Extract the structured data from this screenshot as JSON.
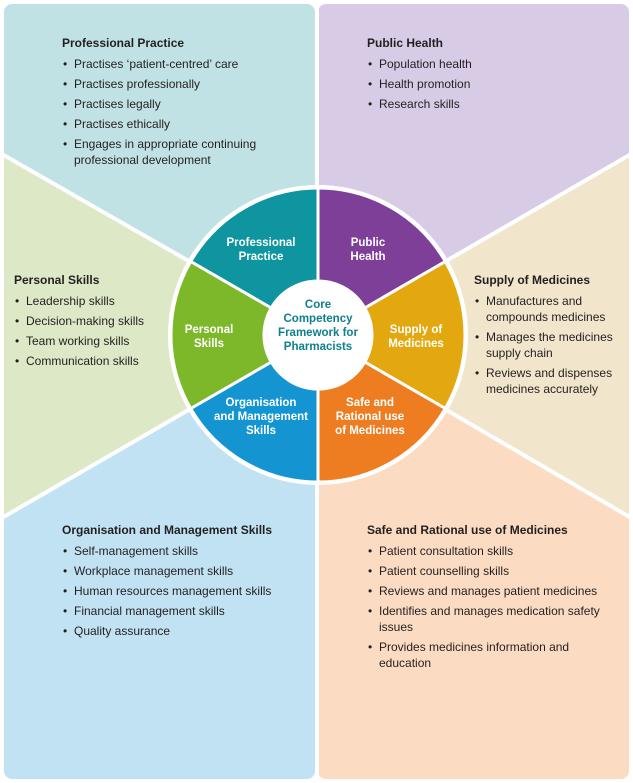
{
  "core": [
    "Core",
    "Competency",
    "Framework for",
    "Pharmacists"
  ],
  "segments": {
    "professional_practice": [
      "Professional",
      "Practice"
    ],
    "public_health": [
      "Public",
      "Health"
    ],
    "supply_of_medicines": [
      "Supply of",
      "Medicines"
    ],
    "safe_rational": [
      "Safe and",
      "Rational use",
      "of Medicines"
    ],
    "organisation_management": [
      "Organisation",
      "and Management",
      "Skills"
    ],
    "personal_skills": [
      "Personal",
      "Skills"
    ]
  },
  "panels": {
    "professional_practice": {
      "title": "Professional Practice",
      "items": [
        "Practises ‘patient-centred’ care",
        "Practises professionally",
        "Practises legally",
        "Practises ethically",
        "Engages in appropriate continuing professional development"
      ]
    },
    "public_health": {
      "title": "Public Health",
      "items": [
        "Population health",
        "Health promotion",
        "Research skills"
      ]
    },
    "personal_skills": {
      "title": "Personal Skills",
      "items": [
        "Leadership skills",
        "Decision-making skills",
        "Team working skills",
        "Communication skills"
      ]
    },
    "supply_of_medicines": {
      "title": "Supply of Medicines",
      "items": [
        "Manufactures and compounds medicines",
        "Manages the medicines supply chain",
        "Reviews and dispenses medicines accurately"
      ]
    },
    "organisation_management": {
      "title": "Organisation and Management Skills",
      "items": [
        "Self-management skills",
        "Workplace management skills",
        "Human resources management skills",
        "Financial management skills",
        "Quality assurance"
      ]
    },
    "safe_rational": {
      "title": "Safe and Rational use of Medicines",
      "items": [
        "Patient consultation skills",
        "Patient counselling skills",
        "Reviews and manages patient medicines",
        "Identifies and manages medication safety issues",
        "Provides medicines information and education"
      ]
    }
  },
  "colors": {
    "professional_practice": "#0e95a0",
    "public_health": "#7d3f97",
    "supply_of_medicines": "#e3a80f",
    "safe_rational": "#ee7d22",
    "organisation_management": "#1495d1",
    "personal_skills": "#7db82b",
    "panel_professional_practice": "#c1e2e4",
    "panel_public_health": "#d8cbe5",
    "panel_supply_of_medicines": "#f1e5cb",
    "panel_safe_rational": "#fbdcc2",
    "panel_organisation_management": "#c1e2f3",
    "panel_personal_skills": "#dce8c6",
    "core_text": "#0e7f8c"
  }
}
